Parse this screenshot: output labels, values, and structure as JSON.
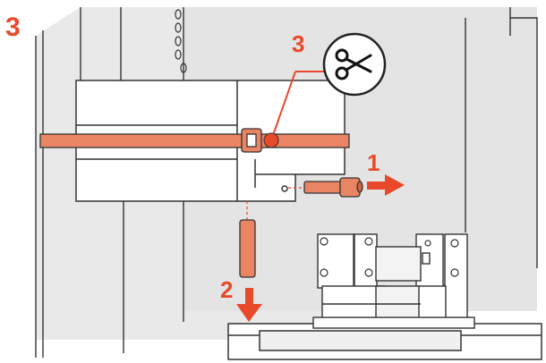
{
  "figure": {
    "step_number": "3",
    "callouts": {
      "cut": "3",
      "remove_screw": "1",
      "pull_down": "2"
    },
    "icons": [
      "scissors-icon"
    ],
    "colors": {
      "accent": "#e8492a",
      "strap": "#e98562",
      "part_fill": "#ffffff",
      "background_fill": "#ededed",
      "outline": "#333333"
    }
  }
}
